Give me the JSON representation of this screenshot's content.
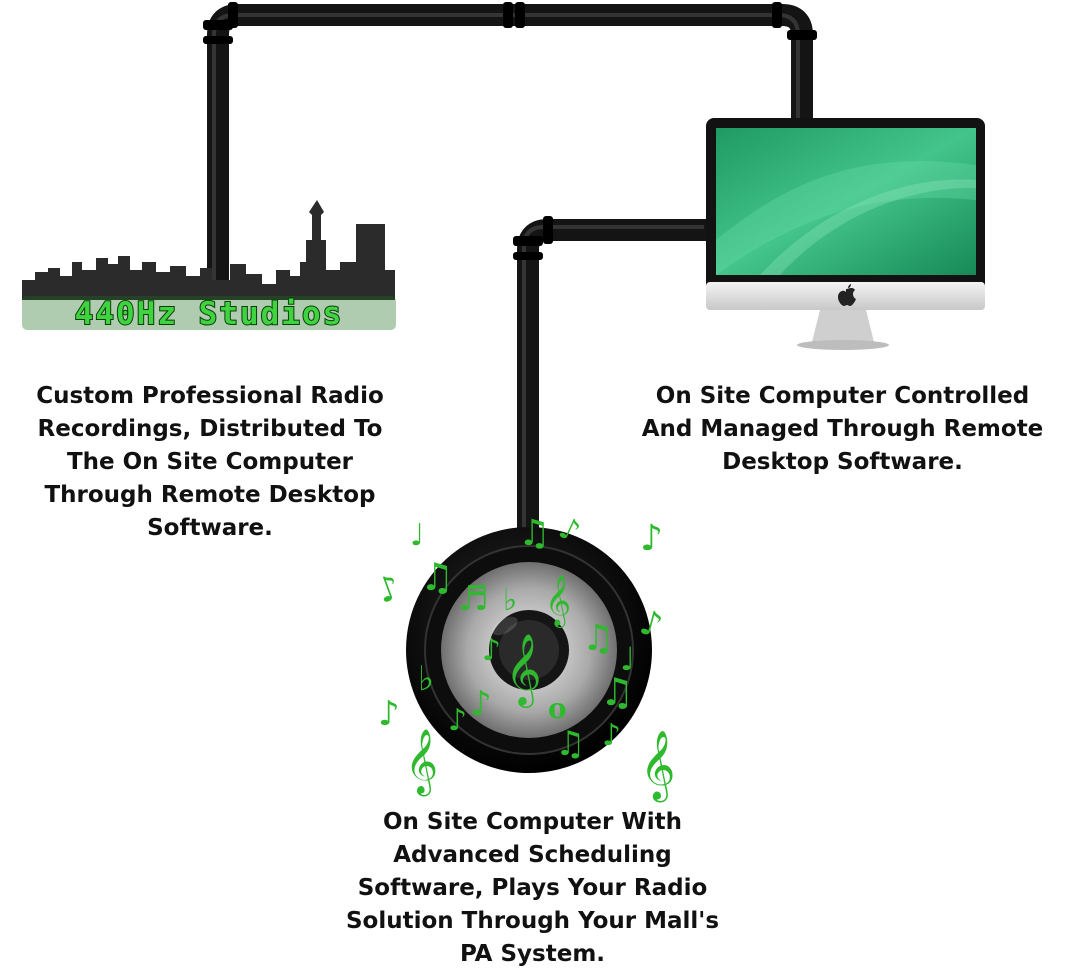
{
  "logo": {
    "text": "440Hz Studios",
    "color": "#3fd43f"
  },
  "captions": {
    "studio": [
      "Custom Professional Radio",
      "Recordings, Distributed To",
      "The On Site Computer",
      "Through Remote Desktop",
      "Software."
    ],
    "remote": [
      "On Site Computer Controlled",
      "And Managed Through Remote",
      "Desktop Software."
    ],
    "onsite": [
      "On Site Computer With",
      "Advanced Scheduling",
      "Software, Plays Your Radio",
      "Solution Through Your Mall's",
      "PA System."
    ]
  },
  "colors": {
    "pipe": "#141414",
    "screen": "#2aa872",
    "notes": "#2fb92f"
  },
  "icons": [
    "pipe",
    "city-skyline-icon",
    "imac-icon",
    "apple-logo-icon",
    "speaker-icon",
    "music-note-icon"
  ]
}
